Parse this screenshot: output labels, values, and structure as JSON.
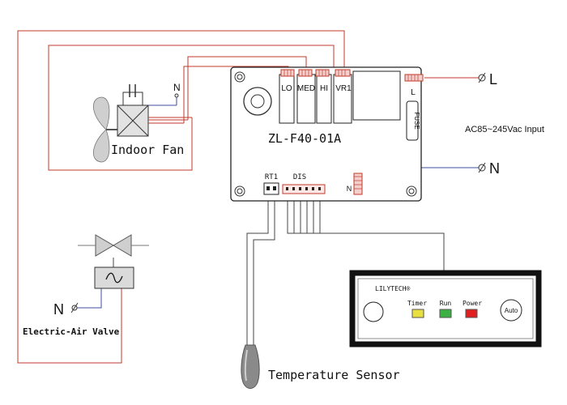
{
  "board": {
    "model": "ZL-F40-01A",
    "relay_labels": [
      "LO",
      "MED",
      "HI",
      "VR1"
    ],
    "live_terminal": "L",
    "neutral_terminal": "N",
    "fuse_label": "FUSE",
    "sensor_port": "RT1",
    "display_port": "DIS"
  },
  "power": {
    "live": "L",
    "neutral": "N",
    "input_spec": "AC85~245Vac Input"
  },
  "fan": {
    "label": "Indoor Fan",
    "neutral": "N"
  },
  "valve": {
    "label": "Electric-Air Valve",
    "neutral": "N"
  },
  "sensor": {
    "label": "Temperature Sensor"
  },
  "display": {
    "brand": "LILYTECH®",
    "indicators": [
      {
        "label": "Timer",
        "color": "#e8e040"
      },
      {
        "label": "Run",
        "color": "#3cb043"
      },
      {
        "label": "Power",
        "color": "#e02020"
      }
    ],
    "auto_button": "Auto"
  },
  "colors": {
    "wire_red": "#c0392b",
    "wire_blue": "#3f4fa0",
    "wire_gray": "#444444"
  }
}
